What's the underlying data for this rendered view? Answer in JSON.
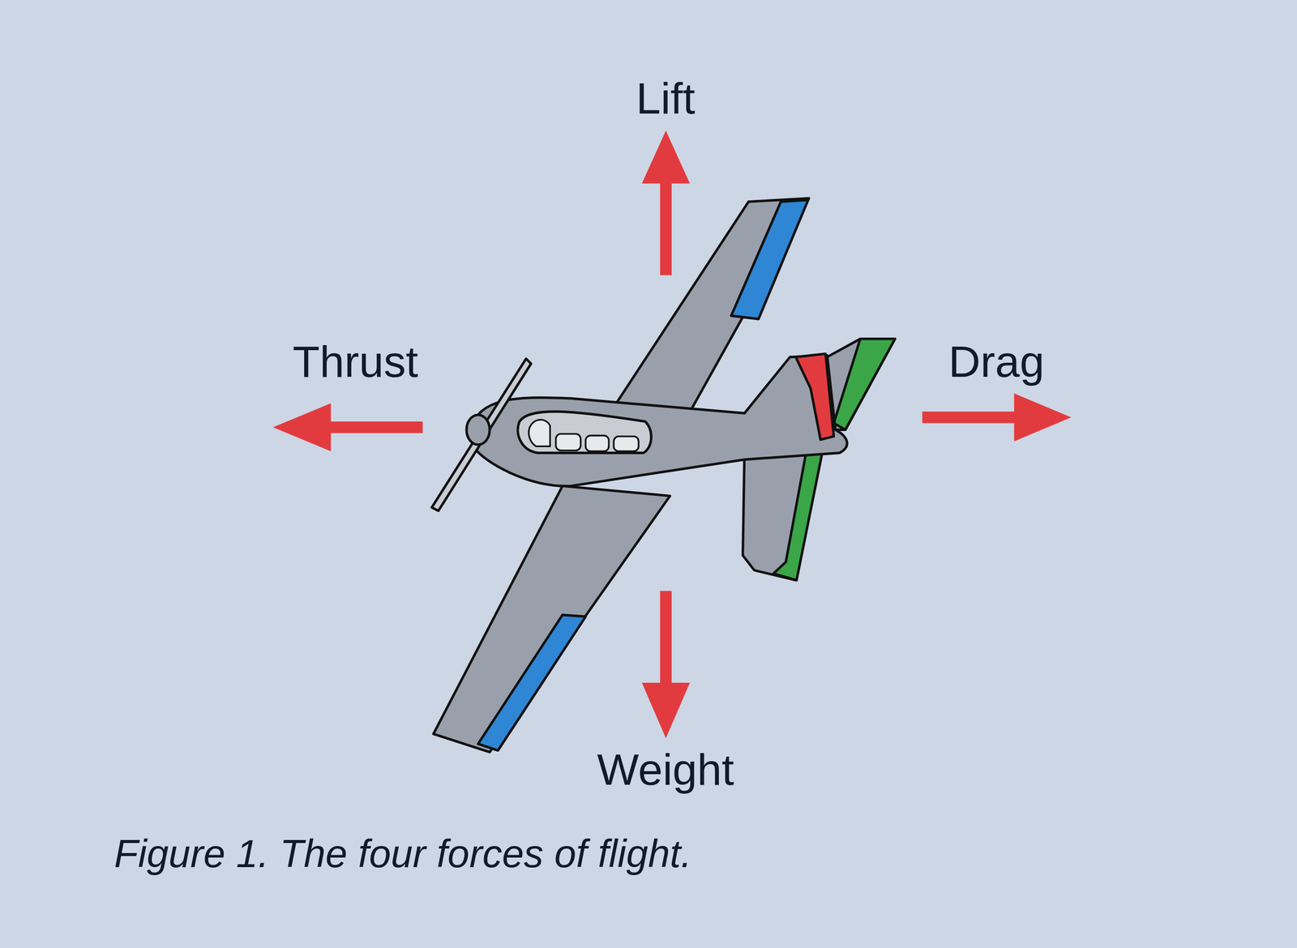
{
  "diagram": {
    "caption": "Figure 1. The four forces of flight.",
    "labels": [
      "Lift",
      "Thrust",
      "Drag",
      "Weight"
    ]
  }
}
